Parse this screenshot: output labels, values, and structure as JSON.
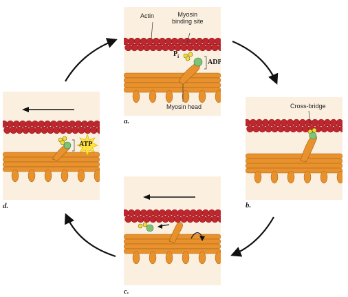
{
  "panels": {
    "a": {
      "label": "a.",
      "actin_label": "Actin",
      "binding_site_label_line1": "Myosin",
      "binding_site_label_line2": "binding site",
      "pi_label": "P",
      "pi_subscript": "i",
      "adp_label": "ADP",
      "myosin_head_label": "Myosin head"
    },
    "b": {
      "label": "b.",
      "cross_bridge_label": "Cross-bridge"
    },
    "c": {
      "label": "c."
    },
    "d": {
      "label": "d.",
      "atp_label": "ATP"
    }
  },
  "colors": {
    "panel_background": "#fbf0e0",
    "actin": "#c0262d",
    "myosin": "#e8922e",
    "phosphate": "#f2dc3a",
    "adp_sphere": "#7cc47a",
    "atp_burst": "#ffe23a",
    "arrow": "#111111"
  }
}
